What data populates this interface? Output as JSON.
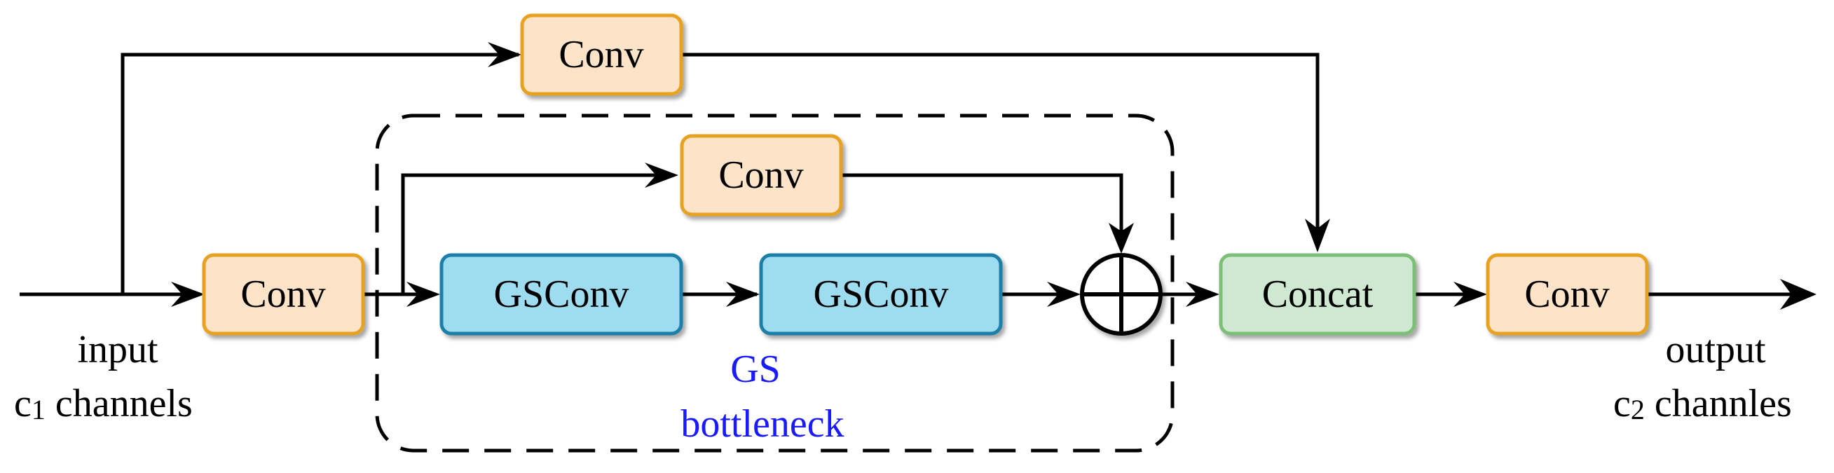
{
  "nodes": {
    "conv_top": "Conv",
    "conv_input": "Conv",
    "conv_mid": "Conv",
    "gsconv_1": "GSConv",
    "gsconv_2": "GSConv",
    "concat": "Concat",
    "conv_output": "Conv"
  },
  "input_label": {
    "line1": "input",
    "line2_prefix": "c",
    "line2_sub": "1",
    "line2_suffix": " channels"
  },
  "output_label": {
    "line1": "output",
    "line2_prefix": "c",
    "line2_sub": "2",
    "line2_suffix": " channles"
  },
  "group_label": {
    "line1": "GS",
    "line2": "bottleneck"
  },
  "sum_operator": "circle-plus",
  "colors": {
    "conv_fill": "#fde3c8",
    "conv_stroke": "#e8a224",
    "gsconv_fill": "#9edcef",
    "gsconv_stroke": "#1a7fa8",
    "concat_fill": "#cfe8d2",
    "concat_stroke": "#7cbf76",
    "group_label": "#1a1aff",
    "edges": "#000000"
  }
}
